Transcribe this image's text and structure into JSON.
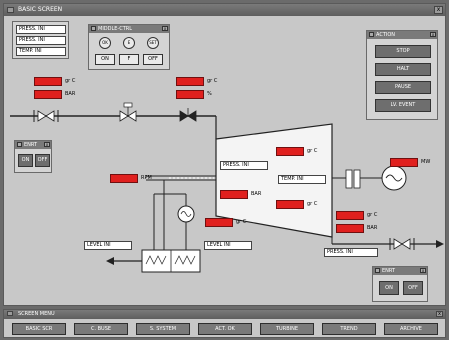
{
  "window": {
    "title": "BASIC SCREEN",
    "close": "x"
  },
  "top_left_labels": [
    "PRESS. INI",
    "PRESS. INI",
    "TEMP. INI"
  ],
  "mini_panel": {
    "title": "MIDDLE-CTRL",
    "round_buttons": [
      "OK",
      "E",
      "SET"
    ],
    "buttons": [
      "ON",
      "F",
      "OFF"
    ]
  },
  "action_panel": {
    "title": "ACTION",
    "buttons": [
      "STOP",
      "HALT",
      "PAUSE",
      "LV. EVENT"
    ]
  },
  "left_panel": {
    "title": "ENRT",
    "on": "ON",
    "off": "OFF"
  },
  "right_panel": {
    "title": "ENRT",
    "on": "ON",
    "off": "OFF"
  },
  "units": {
    "deg_c": "gr C",
    "bar": "BAR",
    "percent": "%",
    "rpm": "RPM",
    "mw": "MW"
  },
  "diagram_labels": {
    "press_inlet": "PRESS. INI",
    "temp_inlet": "TEMP. INI",
    "level_left": "LEVEL INI",
    "level_right": "LEVEL INI",
    "press_outlet": "PRESS. INI"
  },
  "menu": {
    "title": "SCREEN MENU",
    "buttons": [
      "BASIC SCR",
      "C. BUSE",
      "S. SYSTEM",
      "ACT. OK",
      "TURBINE",
      "TREND",
      "ARCHIVE"
    ]
  },
  "colors": {
    "value_box": "#e0201e",
    "panel": "#c8c8c8",
    "titlebar": "#6a6a6a"
  }
}
